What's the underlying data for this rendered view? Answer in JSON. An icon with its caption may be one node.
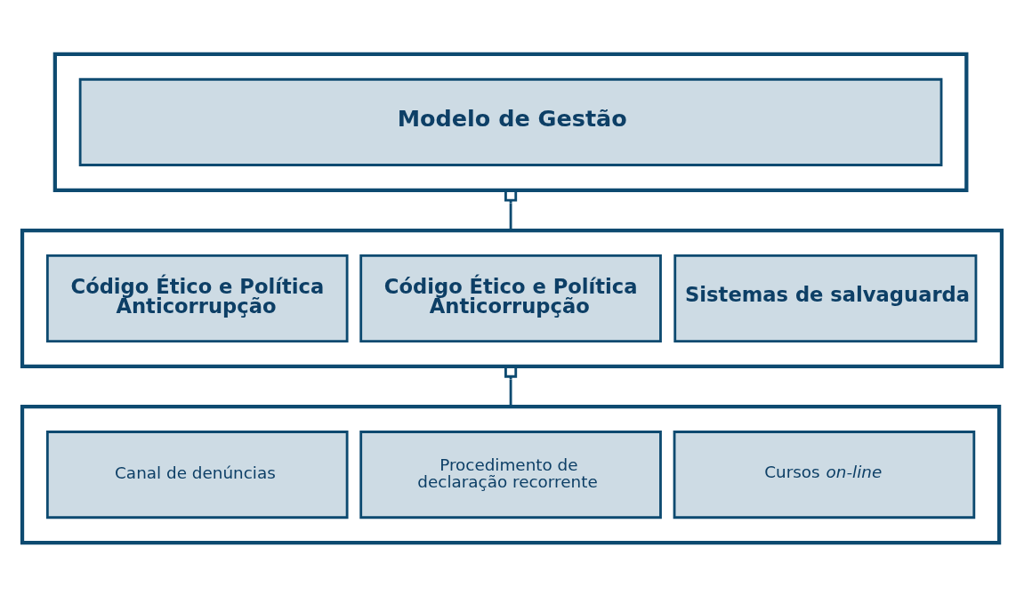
{
  "diagram": {
    "nodes": [
      {
        "text": [],
        "shape": "box"
      },
      {
        "text": [
          "Modelo de Gestão"
        ],
        "in": 0
      },
      {
        "text": [],
        "shape": "box"
      },
      {
        "text": [
          "Código Ético e Política Anticorrupção"
        ],
        "in": 2
      },
      {
        "text": [
          "Código Ético e Política Anticorrupção"
        ],
        "in": 2
      },
      {
        "text": [
          "Sistemas de salvaguarda"
        ],
        "in": 2
      },
      {
        "text": [],
        "shape": "box"
      },
      {
        "text": [
          "Canal de denúncias"
        ],
        "in": 6
      },
      {
        "text": [
          "Procedimento de declaração recorrente"
        ],
        "in": 6
      },
      {
        "text": [
          "Cursos *on-line*"
        ],
        "in": 6
      }
    ],
    "edges": [
      {
        "from": 0,
        "to": 2,
        "arrow": "other"
      },
      {
        "from": 2,
        "to": 6,
        "arrow": "other"
      }
    ]
  }
}
